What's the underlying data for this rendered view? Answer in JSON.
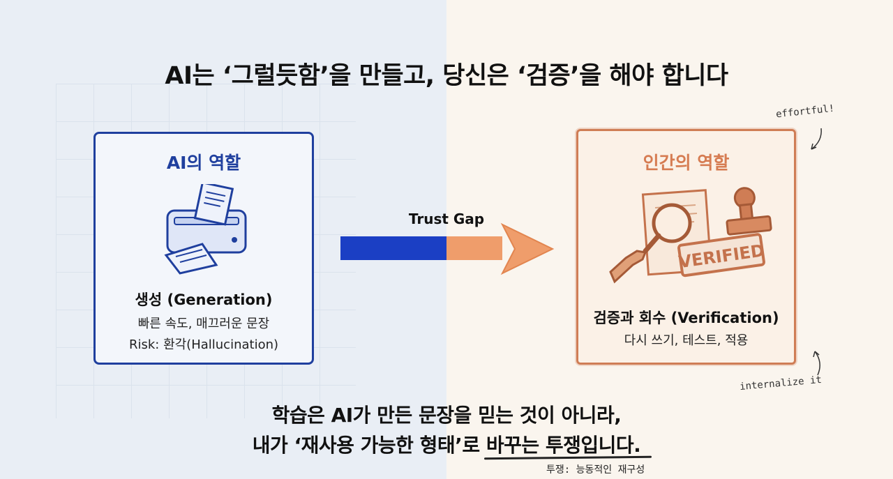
{
  "title": "AI는 ‘그럴듯함’을 만들고, 당신은 ‘검증’을 해야 합니다",
  "ai_box": {
    "title": "AI의 역할",
    "icon": "printer-icon",
    "heading": "생성 (Generation)",
    "line1": "빠른 속도, 매끄러운 문장",
    "line2": "Risk: 환각(Hallucination)"
  },
  "human_box": {
    "title": "인간의 역할",
    "icon": "verify-document-icon",
    "stamp_text": "VERIFIED",
    "heading": "검증과 회수 (Verification)",
    "line1": "다시 쓰기, 테스트, 적용"
  },
  "arrow": {
    "label": "Trust Gap"
  },
  "notes": {
    "effortful": "effortful!",
    "internalize": "internalize it"
  },
  "bottom": {
    "line1": "학습은 AI가 만든 문장을 믿는 것이 아니라,",
    "line2": "내가 ‘재사용 가능한 형태’로 바꾸는 투쟁입니다.",
    "footnote": "투쟁: 능동적인 재구성"
  },
  "colors": {
    "ai_blue": "#1f3f9e",
    "arrow_blue": "#1b3fc4",
    "human_orange": "#d67c52",
    "arrow_orange": "#ef9d6b"
  }
}
